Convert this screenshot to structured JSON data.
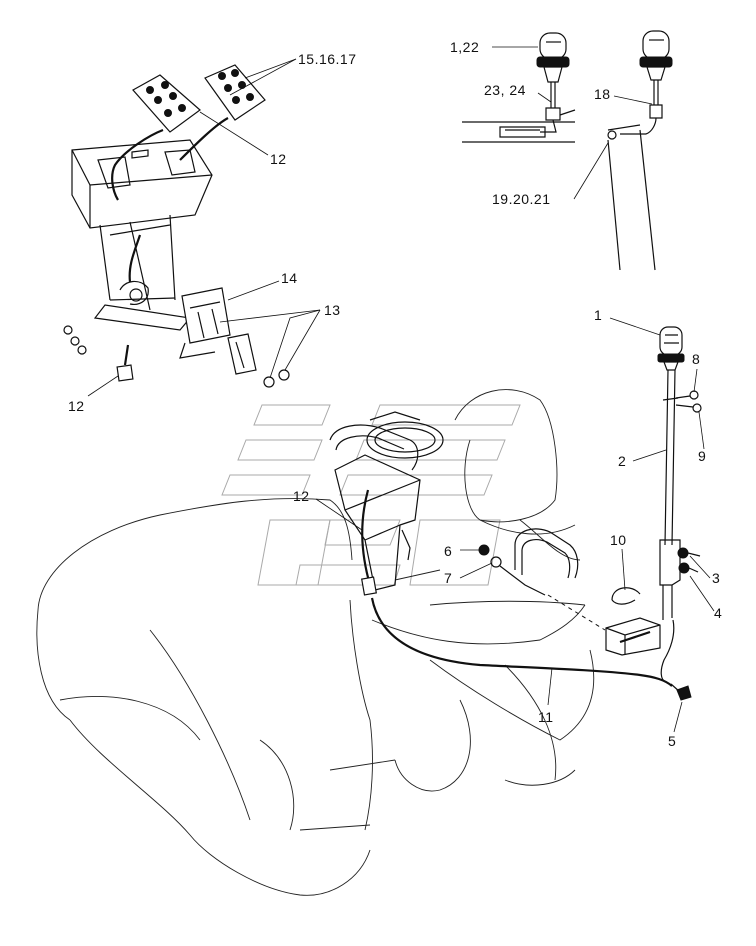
{
  "callouts": [
    {
      "id": "c-15-16-17",
      "text": "15.16.17"
    },
    {
      "id": "c-12-a",
      "text": "12"
    },
    {
      "id": "c-14",
      "text": "14"
    },
    {
      "id": "c-13",
      "text": "13"
    },
    {
      "id": "c-12-b",
      "text": "12"
    },
    {
      "id": "c-1-22",
      "text": "1,22"
    },
    {
      "id": "c-23-24",
      "text": "23, 24"
    },
    {
      "id": "c-18",
      "text": "18"
    },
    {
      "id": "c-19-20-21",
      "text": "19.20.21"
    },
    {
      "id": "c-1",
      "text": "1"
    },
    {
      "id": "c-8",
      "text": "8"
    },
    {
      "id": "c-9",
      "text": "9"
    },
    {
      "id": "c-2",
      "text": "2"
    },
    {
      "id": "c-12-c",
      "text": "12"
    },
    {
      "id": "c-10",
      "text": "10"
    },
    {
      "id": "c-6",
      "text": "6"
    },
    {
      "id": "c-7",
      "text": "7"
    },
    {
      "id": "c-3",
      "text": "3"
    },
    {
      "id": "c-4",
      "text": "4"
    },
    {
      "id": "c-11",
      "text": "11"
    },
    {
      "id": "c-5",
      "text": "5"
    }
  ]
}
